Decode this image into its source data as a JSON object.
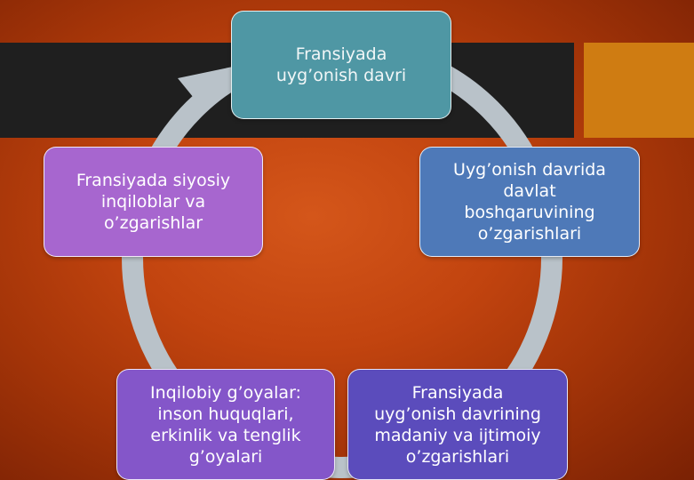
{
  "diagram": {
    "type": "cycle",
    "nodes": [
      {
        "label": "Fransiyada\nuyg’onish davri",
        "color": "#4f97a4"
      },
      {
        "label": "Uyg’onish davrida\ndavlat\nboshqaruvining\no’zgarishlari",
        "color": "#4e79b8"
      },
      {
        "label": "Fransiyada\nuyg’onish davrining\nmadaniy va ijtimoiy\no’zgarishlari",
        "color": "#5b4cbc"
      },
      {
        "label": "Inqilobiy g’oyalar:\ninson huquqlari,\nerkinlik va tenglik\ng’oyalari",
        "color": "#8456c9"
      },
      {
        "label": "Fransiyada siyosiy\ninqiloblar va\no’zgarishlar",
        "color": "#a766cf"
      }
    ]
  },
  "colors": {
    "background": "#c2440f",
    "band_dark": "#1f1f1f",
    "band_orange": "#cf7c12",
    "ring": "#b9c2c9"
  }
}
